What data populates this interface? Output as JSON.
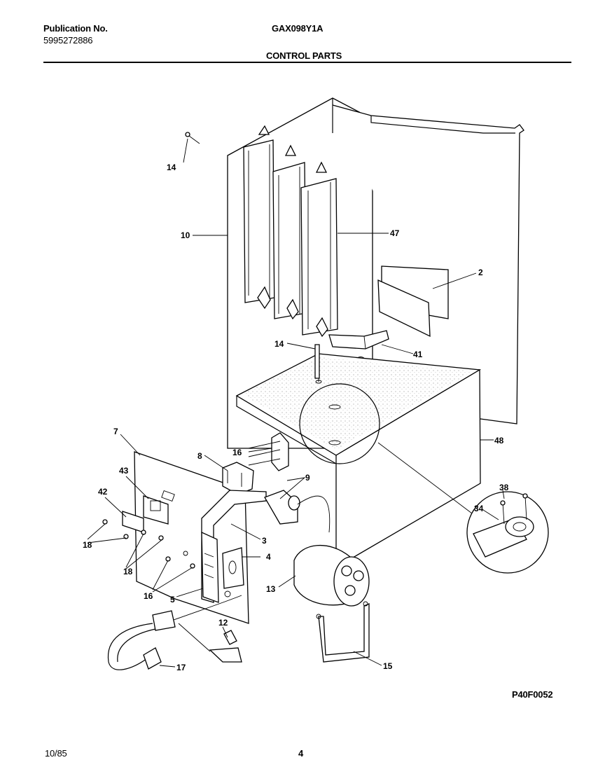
{
  "header": {
    "publication_label": "Publication No.",
    "publication_number": "5995272886",
    "model": "GAX098Y1A",
    "section_title": "CONTROL PARTS"
  },
  "footer": {
    "date": "10/85",
    "page": "4",
    "figure_code": "P40F0052"
  },
  "callouts": {
    "c14a": "14",
    "c10": "10",
    "c47": "47",
    "c2": "2",
    "c14b": "14",
    "c41": "41",
    "c7": "7",
    "c16a": "16",
    "c48": "48",
    "c8": "8",
    "c43": "43",
    "c9": "9",
    "c42": "42",
    "c38": "38",
    "c34": "34",
    "c3": "3",
    "c18a": "18",
    "c4": "4",
    "c18b": "18",
    "c16b": "16",
    "c5": "5",
    "c13": "13",
    "c12": "12",
    "c17": "17",
    "c15": "15"
  }
}
